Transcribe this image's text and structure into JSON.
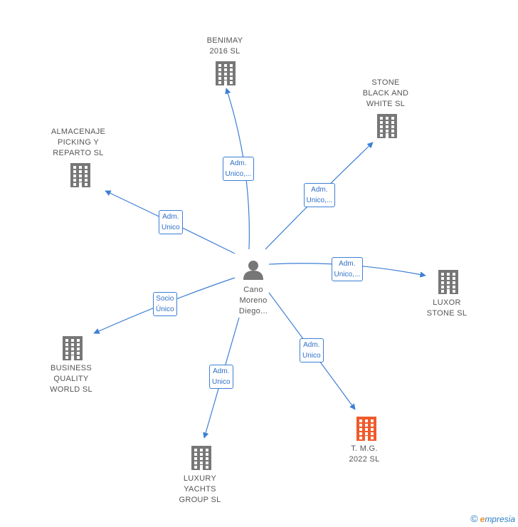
{
  "colors": {
    "edge": "#3d7fd4",
    "company": "#777777",
    "highlight": "#f05a2a",
    "person": "#777777"
  },
  "center": {
    "name": "Cano\nMoreno\nDiego...",
    "icon": "person-icon"
  },
  "nodes": [
    {
      "id": "benimay",
      "name": "BENIMAY\n2016  SL",
      "icon": "building-icon",
      "highlight": false,
      "edge_label": "Adm.\nUnico,..."
    },
    {
      "id": "stone",
      "name": "STONE\nBLACK AND\nWHITE  SL",
      "icon": "building-icon",
      "highlight": false,
      "edge_label": "Adm.\nUnico,..."
    },
    {
      "id": "almacenaje",
      "name": "ALMACENAJE\nPICKING Y\nREPARTO  SL",
      "icon": "building-icon",
      "highlight": false,
      "edge_label": "Adm.\nUnico"
    },
    {
      "id": "luxor",
      "name": "LUXOR\nSTONE  SL",
      "icon": "building-icon",
      "highlight": false,
      "edge_label": "Adm.\nUnico,..."
    },
    {
      "id": "business",
      "name": "BUSINESS\nQUALITY\nWORLD  SL",
      "icon": "building-icon",
      "highlight": false,
      "edge_label": "Socio\nÚnico"
    },
    {
      "id": "tmg",
      "name": "T. M.G.\n2022  SL",
      "icon": "building-icon",
      "highlight": true,
      "edge_label": "Adm.\nUnico"
    },
    {
      "id": "luxury",
      "name": "LUXURY\nYACHTS\nGROUP  SL",
      "icon": "building-icon",
      "highlight": false,
      "edge_label": "Adm.\nUnico"
    }
  ],
  "brand": {
    "copyright": "©",
    "initial": "e",
    "rest": "mpresia"
  }
}
